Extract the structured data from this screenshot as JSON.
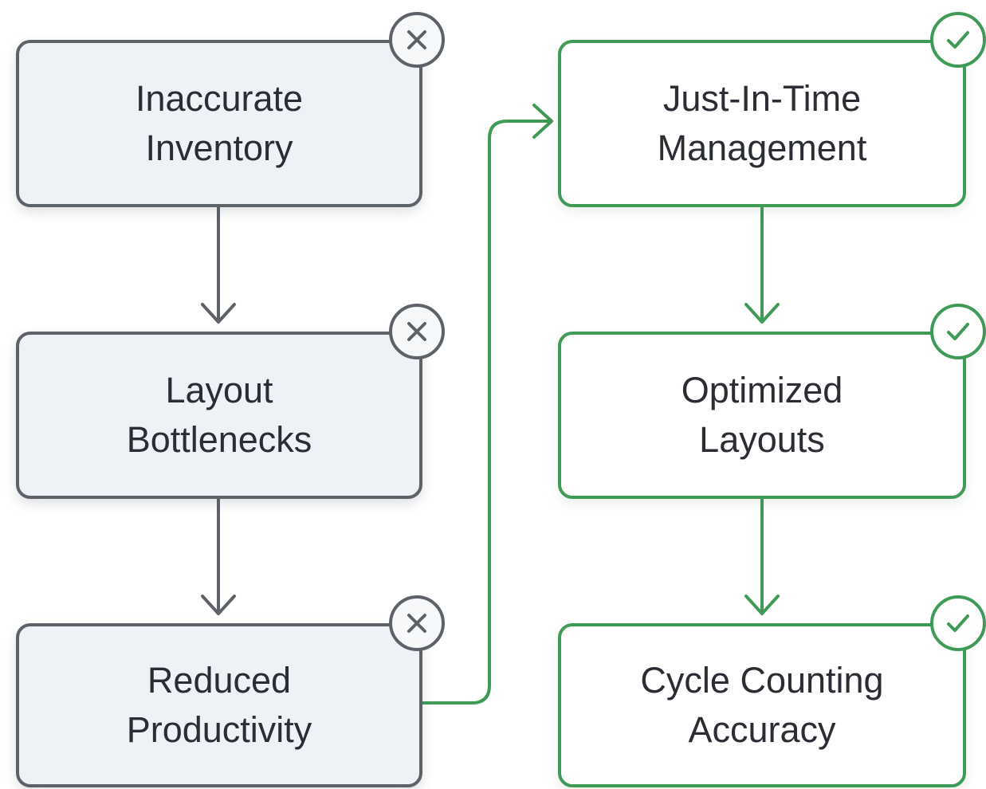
{
  "colors": {
    "problem_border": "#5d6168",
    "problem_fill": "#eef1f6",
    "solution_border": "#3f9a55",
    "solution_fill": "#ffffff",
    "text": "#2a2d33"
  },
  "problems": [
    {
      "label": "Inaccurate\nInventory",
      "icon": "x-circle-icon"
    },
    {
      "label": "Layout\nBottlenecks",
      "icon": "x-circle-icon"
    },
    {
      "label": "Reduced\nProductivity",
      "icon": "x-circle-icon"
    }
  ],
  "solutions": [
    {
      "label": "Just-In-Time\nManagement",
      "icon": "check-circle-icon"
    },
    {
      "label": "Optimized\nLayouts",
      "icon": "check-circle-icon"
    },
    {
      "label": "Cycle Counting\nAccuracy",
      "icon": "check-circle-icon"
    }
  ]
}
